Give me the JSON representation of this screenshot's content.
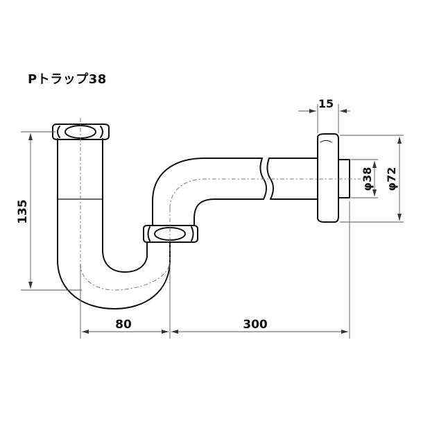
{
  "title": "Pトラップ38",
  "dimensions": {
    "height_total": "135",
    "width_trap": "80",
    "length_arm": "300",
    "flange_thickness": "15",
    "pipe_diameter": "φ38",
    "flange_diameter": "φ72"
  }
}
